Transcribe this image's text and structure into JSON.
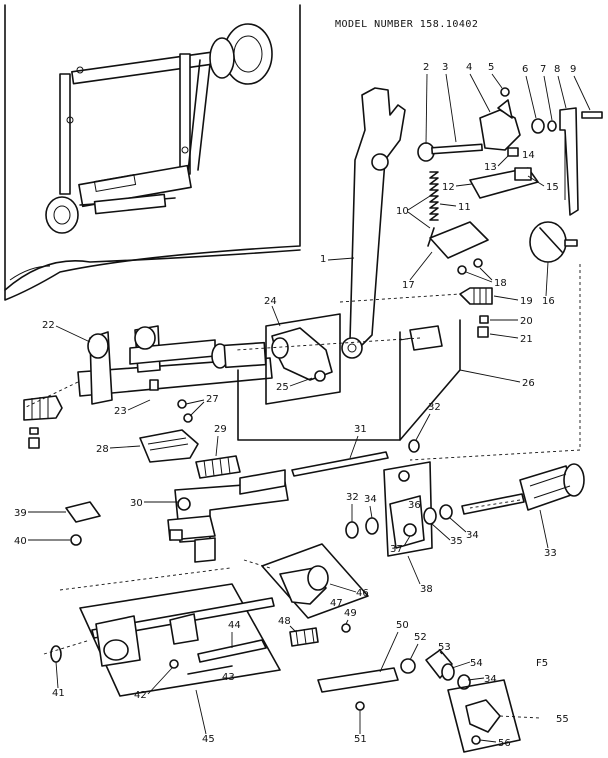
{
  "title": "MODEL NUMBER 158.10402",
  "page_marker": "F5",
  "callouts": [
    "1",
    "2",
    "3",
    "4",
    "5",
    "6",
    "7",
    "8",
    "9",
    "10",
    "11",
    "12",
    "13",
    "14",
    "15",
    "16",
    "17",
    "18",
    "19",
    "20",
    "21",
    "22",
    "23",
    "24",
    "25",
    "26",
    "27",
    "28",
    "29",
    "30",
    "31",
    "32",
    "33",
    "34",
    "35",
    "36",
    "37",
    "38",
    "39",
    "40",
    "41",
    "42",
    "43",
    "44",
    "45",
    "46",
    "47",
    "48",
    "49",
    "50",
    "51",
    "52",
    "53",
    "54",
    "55",
    "56"
  ]
}
